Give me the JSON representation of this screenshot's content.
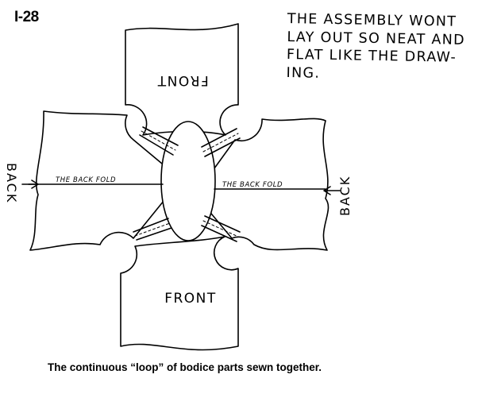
{
  "figure_id": "I-28",
  "note": {
    "lines": [
      "THE ASSEMBLY WONT",
      "LAY OUT SO NEAT AND",
      "FLAT LIKE THE DRAW-",
      "ING."
    ]
  },
  "labels": {
    "front_top": "FRONT",
    "front_bottom": "FRONT",
    "back_left": "BACK",
    "back_right": "BACK",
    "back_fold_left": "THE BACK FOLD",
    "back_fold_right": "THE BACK FOLD"
  },
  "caption": "The continuous “loop” of bodice parts sewn together."
}
